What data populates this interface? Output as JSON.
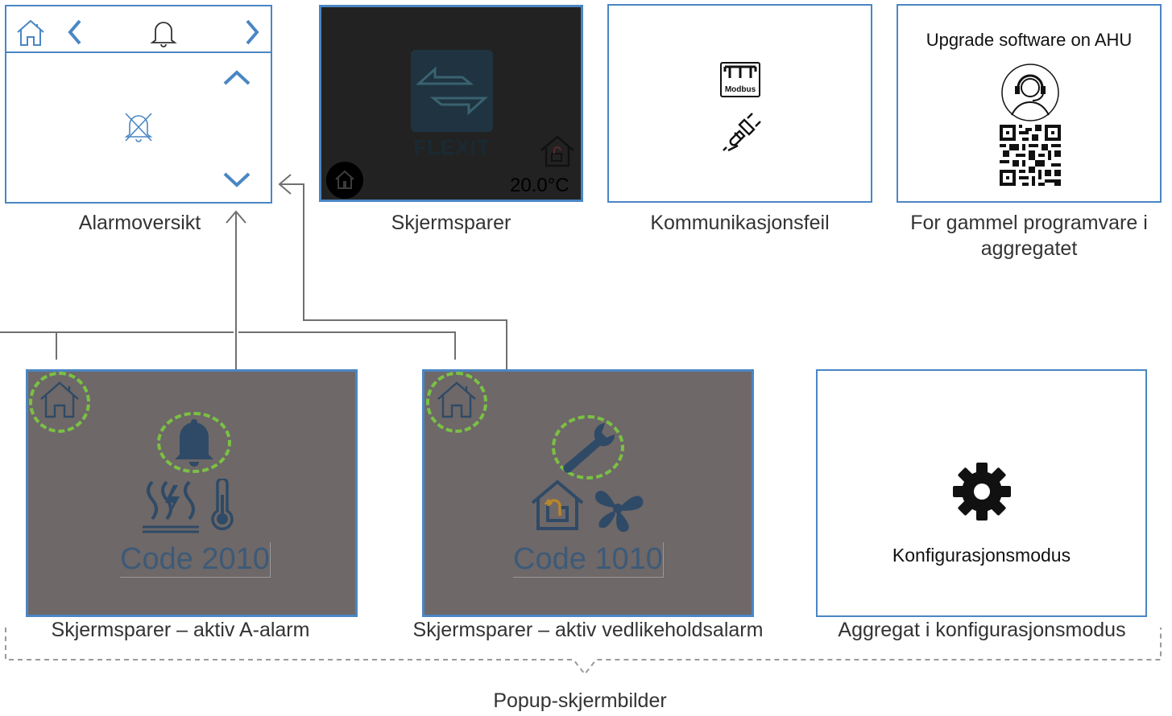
{
  "alarm_overview": {
    "caption": "Alarmoversikt"
  },
  "screensaver": {
    "caption": "Skjermsparer",
    "brand": "FLEXIT",
    "temperature": "20.0°C"
  },
  "comm_error": {
    "caption": "Kommunikasjonsfeil",
    "modbus_label": "Modbus"
  },
  "upgrade": {
    "title": "Upgrade software on AHU",
    "caption": "For gammel programvare i aggregatet"
  },
  "a_alarm": {
    "code": "Code 2010",
    "caption": "Skjermsparer – aktiv A-alarm"
  },
  "maintenance_alarm": {
    "code": "Code 1010",
    "caption": "Skjermsparer – aktiv vedlikeholdsalarm"
  },
  "config_mode": {
    "label": "Konfigurasjonsmodus",
    "caption": "Aggregat i konfigurasjonsmodus"
  },
  "popup_group": {
    "caption": "Popup-skjermbilder"
  },
  "colors": {
    "accent": "#4a86c4",
    "popup_bg": "#6e6868",
    "ring": "#7ac143",
    "icon_dark": "#2f4a66"
  },
  "icons": [
    "home-icon",
    "chevron-left-icon",
    "bell-icon",
    "chevron-right-icon",
    "chevron-up-icon",
    "chevron-down-icon",
    "bell-off-icon",
    "flexit-logo-icon",
    "home-unlock-icon",
    "modbus-icon",
    "plug-disconnected-icon",
    "support-headset-icon",
    "qr-code-icon",
    "bell-filled-icon",
    "heat-icon",
    "thermometer-icon",
    "wrench-icon",
    "fan-icon",
    "gear-icon"
  ]
}
